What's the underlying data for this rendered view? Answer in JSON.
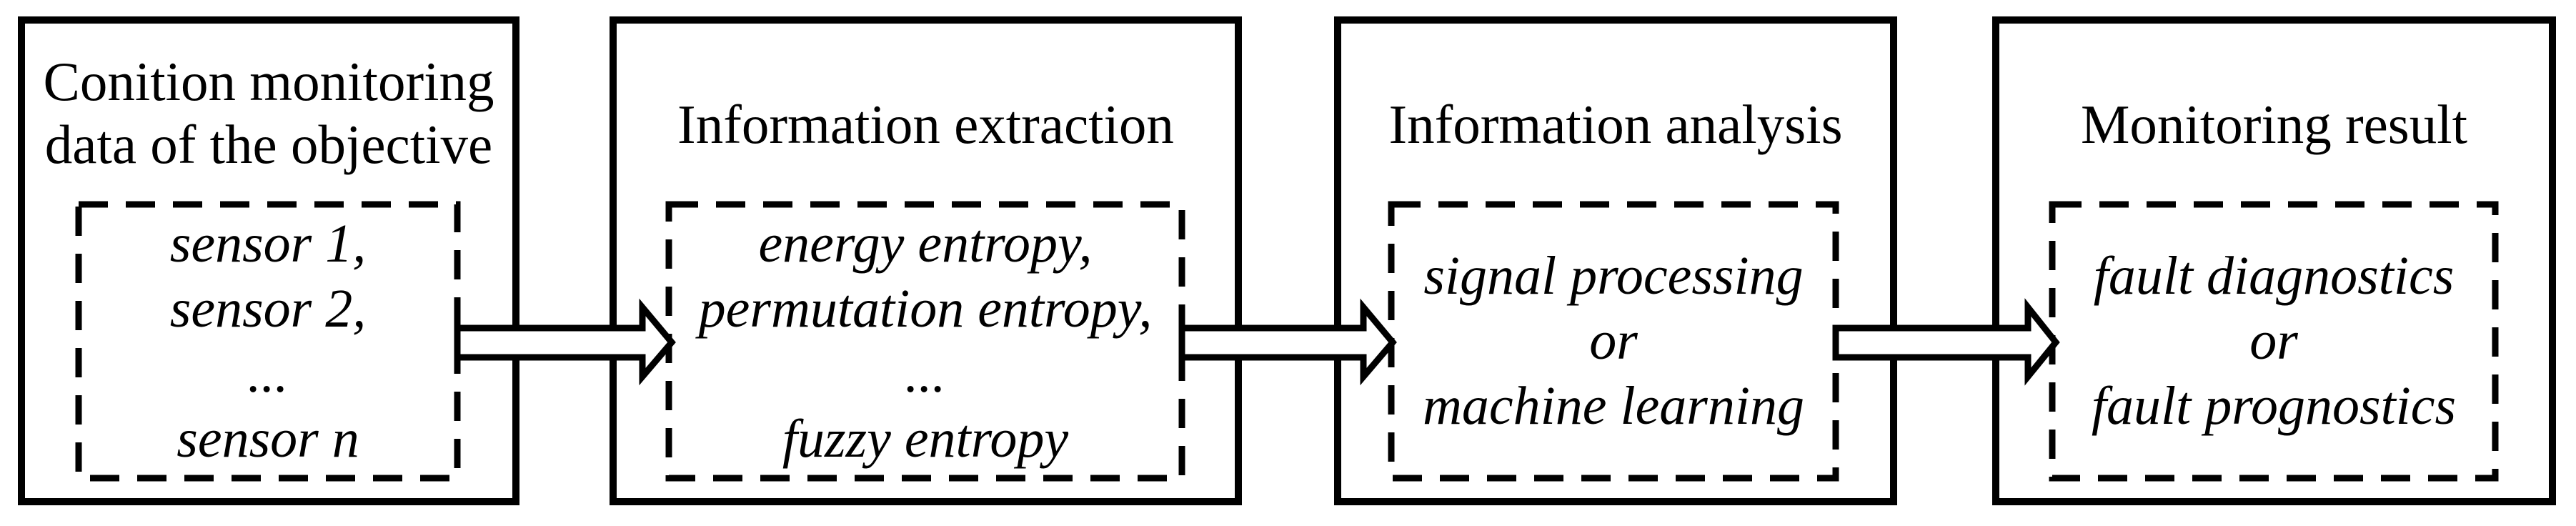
{
  "canvas": {
    "background": "#ffffff",
    "line_color": "#000000"
  },
  "diagram": {
    "type": "flowchart",
    "stages": [
      {
        "title": "Conition monitoring data of the objective",
        "title_lines": [
          "Conition monitoring",
          "data of the objective"
        ],
        "items": [
          "sensor 1,",
          "sensor 2,",
          "...",
          "sensor n"
        ]
      },
      {
        "title": "Information extraction",
        "title_lines": [
          "Information extraction"
        ],
        "items": [
          "energy entropy,",
          "permutation entropy,",
          "...",
          "fuzzy entropy"
        ]
      },
      {
        "title": "Information analysis",
        "title_lines": [
          "Information analysis"
        ],
        "items": [
          "signal processing",
          "or",
          "machine learning"
        ]
      },
      {
        "title": "Monitoring result",
        "title_lines": [
          "Monitoring result"
        ],
        "items": [
          "fault diagnostics",
          "or",
          "fault prognostics"
        ]
      }
    ],
    "connectors": [
      {
        "from": "Conition monitoring data of the objective",
        "to": "Information extraction",
        "style": "hollow-block-arrow",
        "direction": "right"
      },
      {
        "from": "Information extraction",
        "to": "Information analysis",
        "style": "hollow-block-arrow",
        "direction": "right"
      },
      {
        "from": "Information analysis",
        "to": "Monitoring result",
        "style": "hollow-block-arrow",
        "direction": "right"
      }
    ]
  }
}
